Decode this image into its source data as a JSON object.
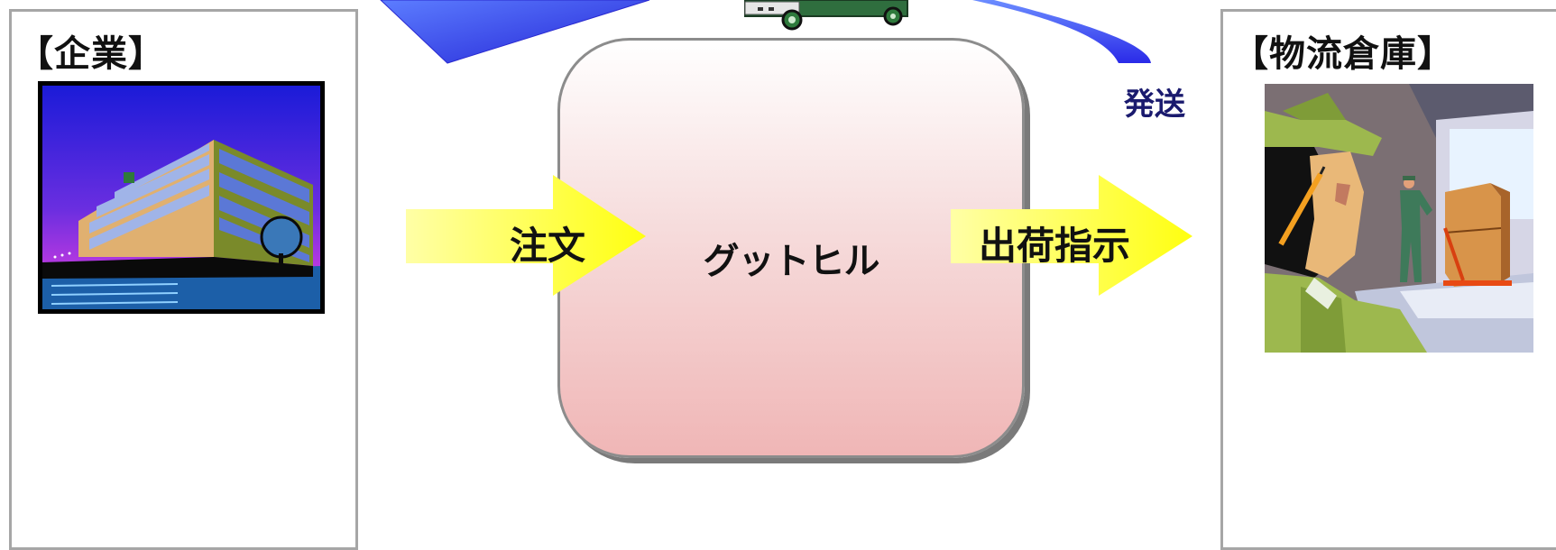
{
  "left_panel": {
    "title": "【企業】",
    "illustration": "office-building-icon"
  },
  "right_panel": {
    "title": "【物流倉庫】",
    "illustration": "warehouse-worker-icon"
  },
  "center": {
    "label": "グットヒル"
  },
  "arrows": {
    "order": "注文",
    "shipping_instruction": "出荷指示",
    "ship": "発送"
  },
  "colors": {
    "panel_border": "#a6a6a6",
    "arrow_yellow": "#ffff1a",
    "ship_arrow_blue": "#3333ee",
    "center_top": "#ffffff",
    "center_bottom": "#f0b6b6"
  },
  "icons": {
    "truck": "truck-icon",
    "building": "office-building-icon",
    "worker": "warehouse-worker-icon"
  }
}
